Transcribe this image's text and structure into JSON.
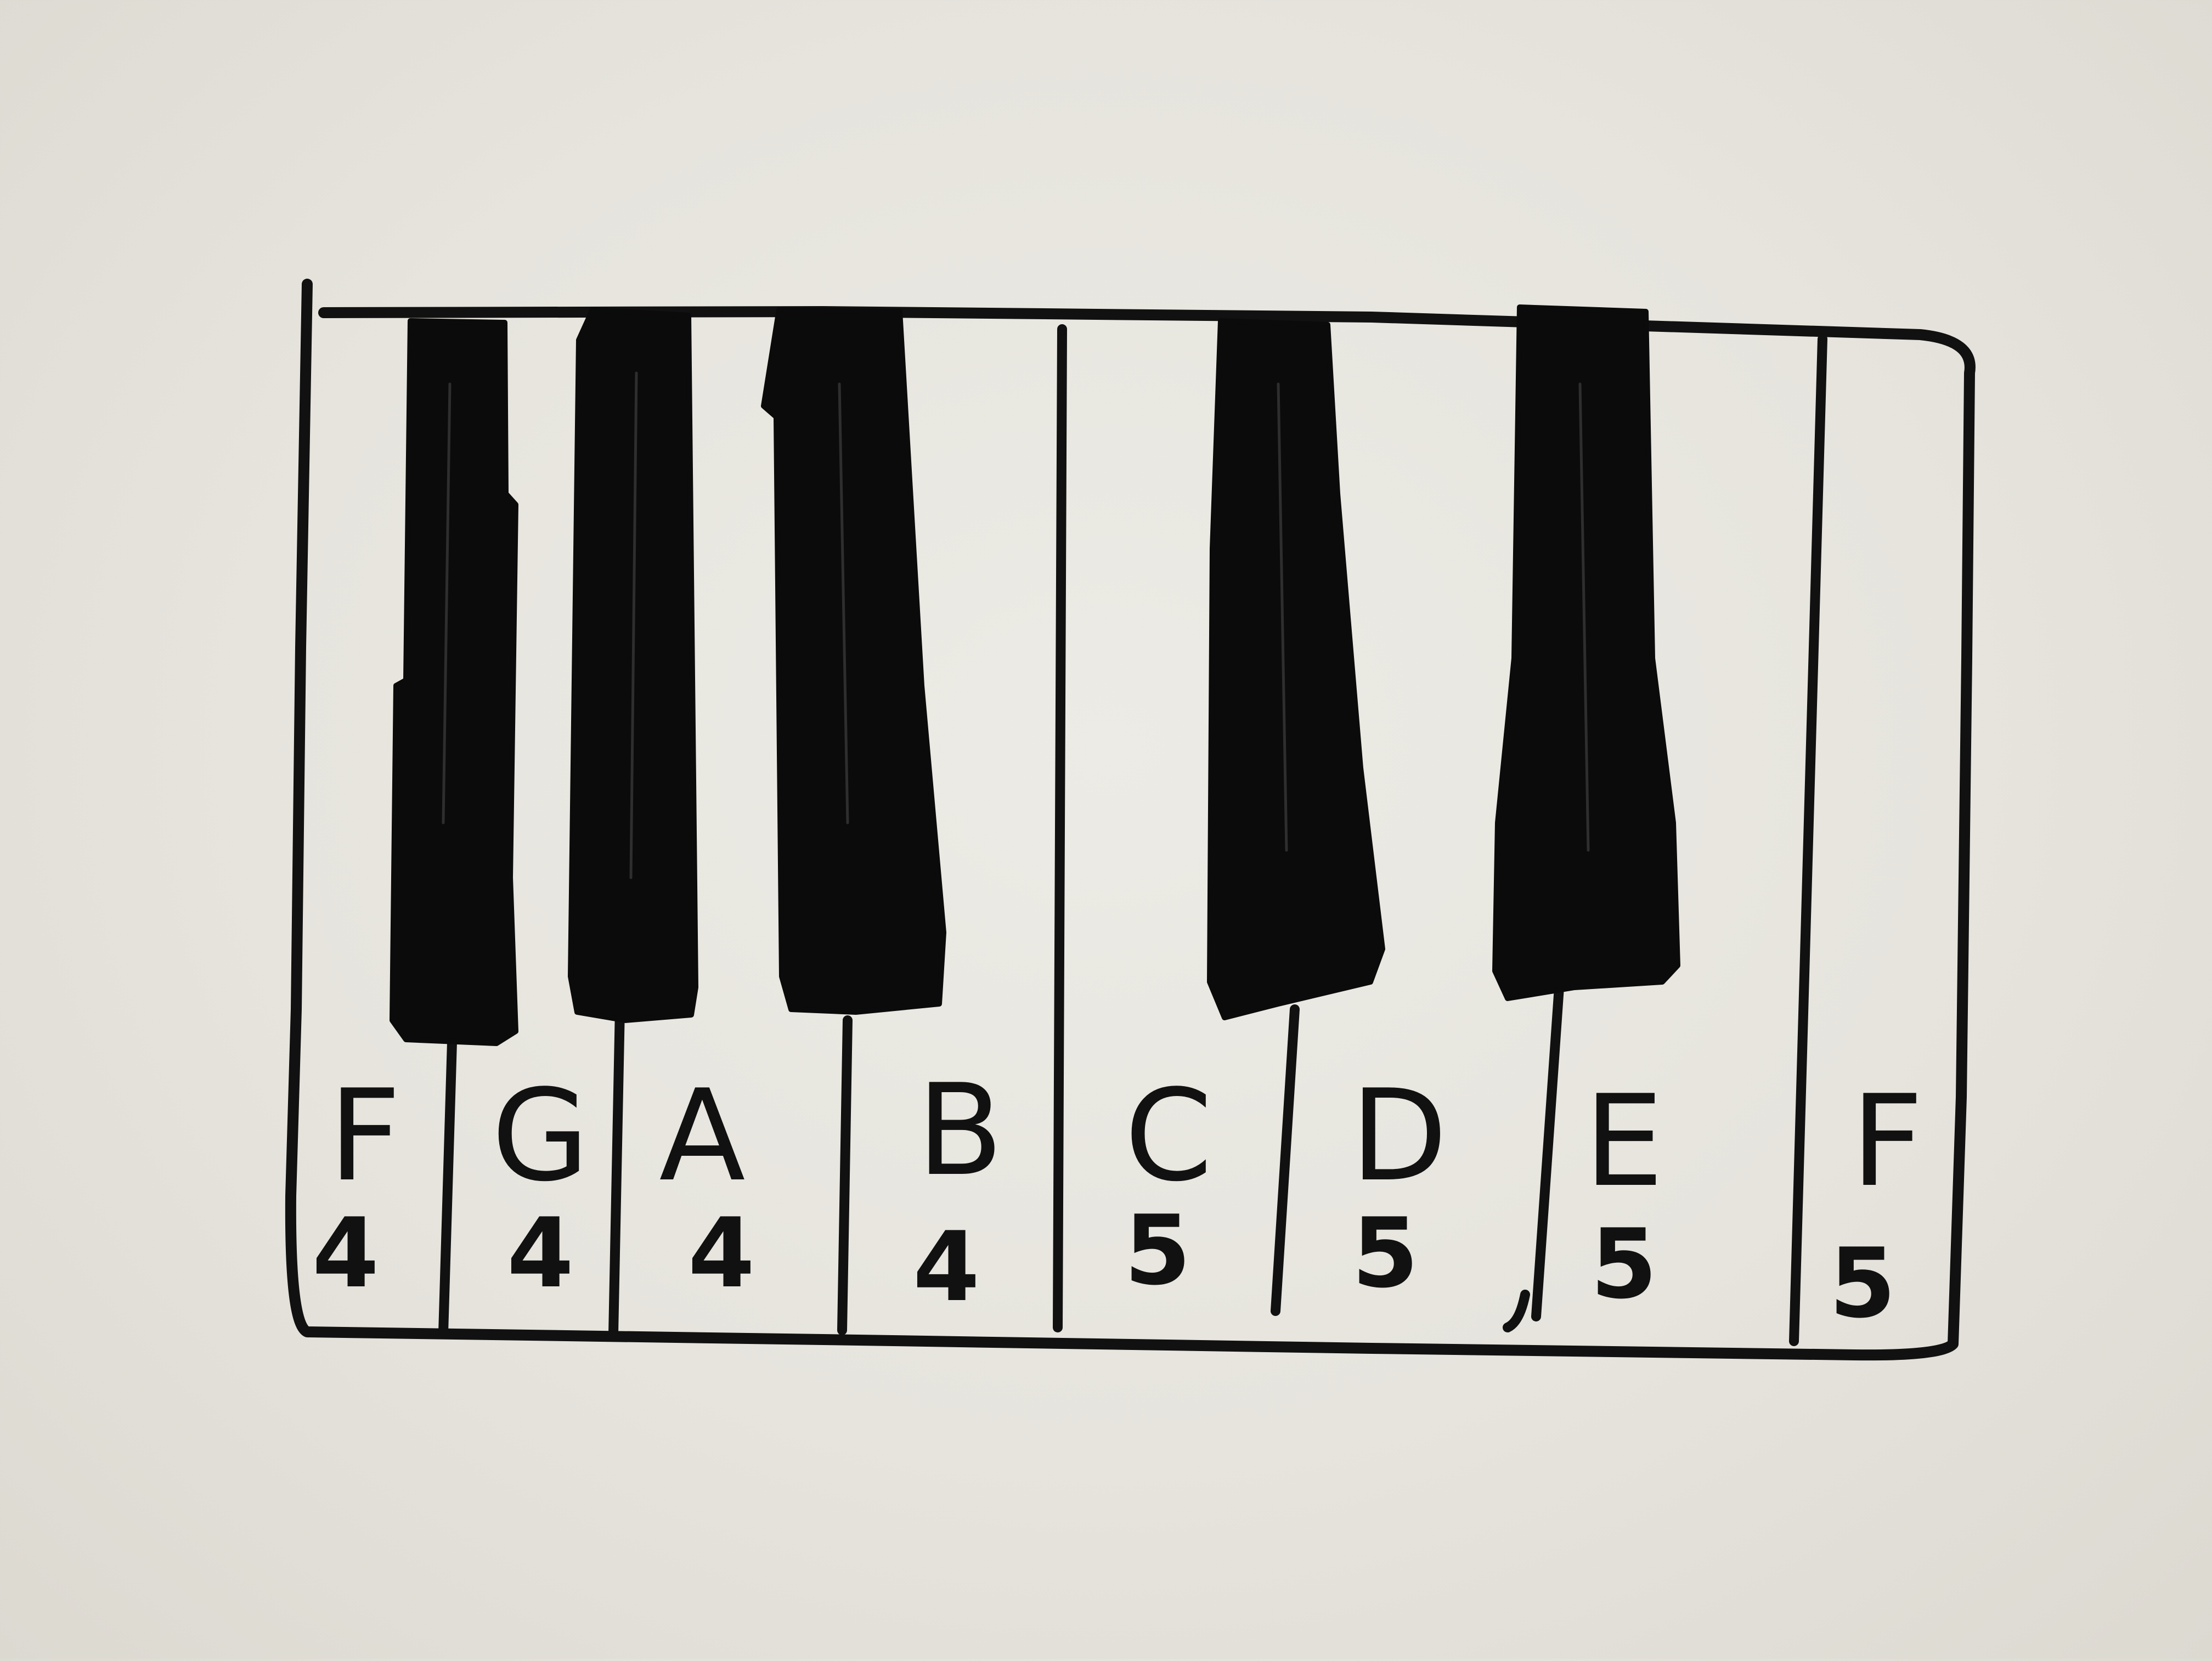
{
  "keyboard": {
    "white_keys": [
      {
        "note": "F",
        "octave": "4"
      },
      {
        "note": "G",
        "octave": "4"
      },
      {
        "note": "A",
        "octave": "4"
      },
      {
        "note": "B",
        "octave": "4"
      },
      {
        "note": "C",
        "octave": "5"
      },
      {
        "note": "D",
        "octave": "5"
      },
      {
        "note": "E",
        "octave": "5"
      },
      {
        "note": "F",
        "octave": "5"
      }
    ],
    "black_key_count": 5,
    "colors": {
      "paper": "#e8e6df",
      "ink": "#111111"
    }
  }
}
